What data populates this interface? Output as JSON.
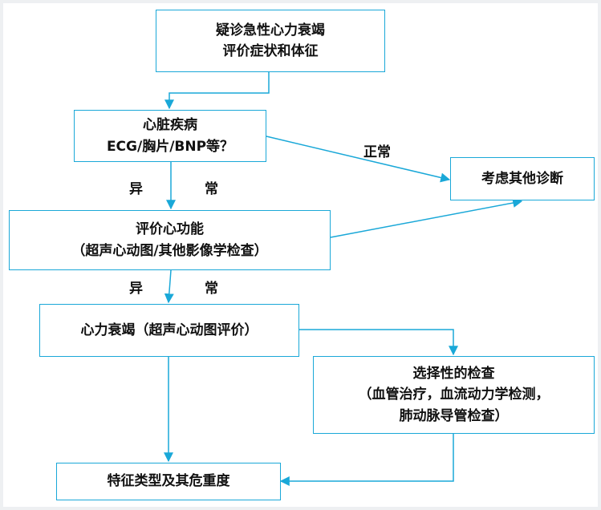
{
  "nodes": {
    "n1": {
      "lines": [
        "疑诊急性心力衰竭",
        "评价症状和体征"
      ]
    },
    "n2": {
      "lines": [
        "心脏疾病",
        "ECG/胸片/BNP等？"
      ]
    },
    "n3": {
      "lines": [
        "考虑其他诊断"
      ]
    },
    "n4": {
      "lines": [
        "评价心功能",
        "（超声心动图/其他影像学检查）"
      ]
    },
    "n5": {
      "lines": [
        "心力衰竭（超声心动图评价）"
      ]
    },
    "n6": {
      "lines": [
        "选择性的检查",
        "（血管治疗，血流动力学检测，",
        "肺动脉导管检查）"
      ]
    },
    "n7": {
      "lines": [
        "特征类型及其危重度"
      ]
    }
  },
  "labels": {
    "normal": "正常",
    "abnormal1_a": "异",
    "abnormal1_b": "常",
    "abnormal2_a": "异",
    "abnormal2_b": "常"
  },
  "colors": {
    "line": "#1aa8d8",
    "text": "#111111",
    "background": "#ffffff"
  }
}
